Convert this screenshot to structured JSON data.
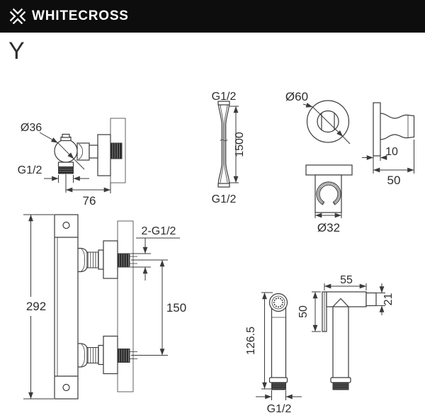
{
  "header": {
    "brand": "WHITECROSS"
  },
  "page_label": "Y",
  "valve": {
    "diameter": "Ø36",
    "thread": "G1/2",
    "width": "76"
  },
  "hose": {
    "thread_top": "G1/2",
    "length": "1500",
    "thread_bottom": "G1/2"
  },
  "escutcheon": {
    "diameter": "Ø60"
  },
  "holder_front": {
    "width": "Ø32"
  },
  "holder_side": {
    "thickness": "10",
    "depth": "50"
  },
  "bar": {
    "height": "292",
    "threads": "2-G1/2",
    "spacing": "150"
  },
  "spray_front": {
    "length": "126.5",
    "thread": "G1/2"
  },
  "spray_side": {
    "head_length": "55",
    "nozzle": "21",
    "face": "50"
  },
  "colors": {
    "line": "#3a3a3a",
    "text": "#2d2d2d",
    "header_bg": "#0d0d0d",
    "header_fg": "#ffffff"
  }
}
